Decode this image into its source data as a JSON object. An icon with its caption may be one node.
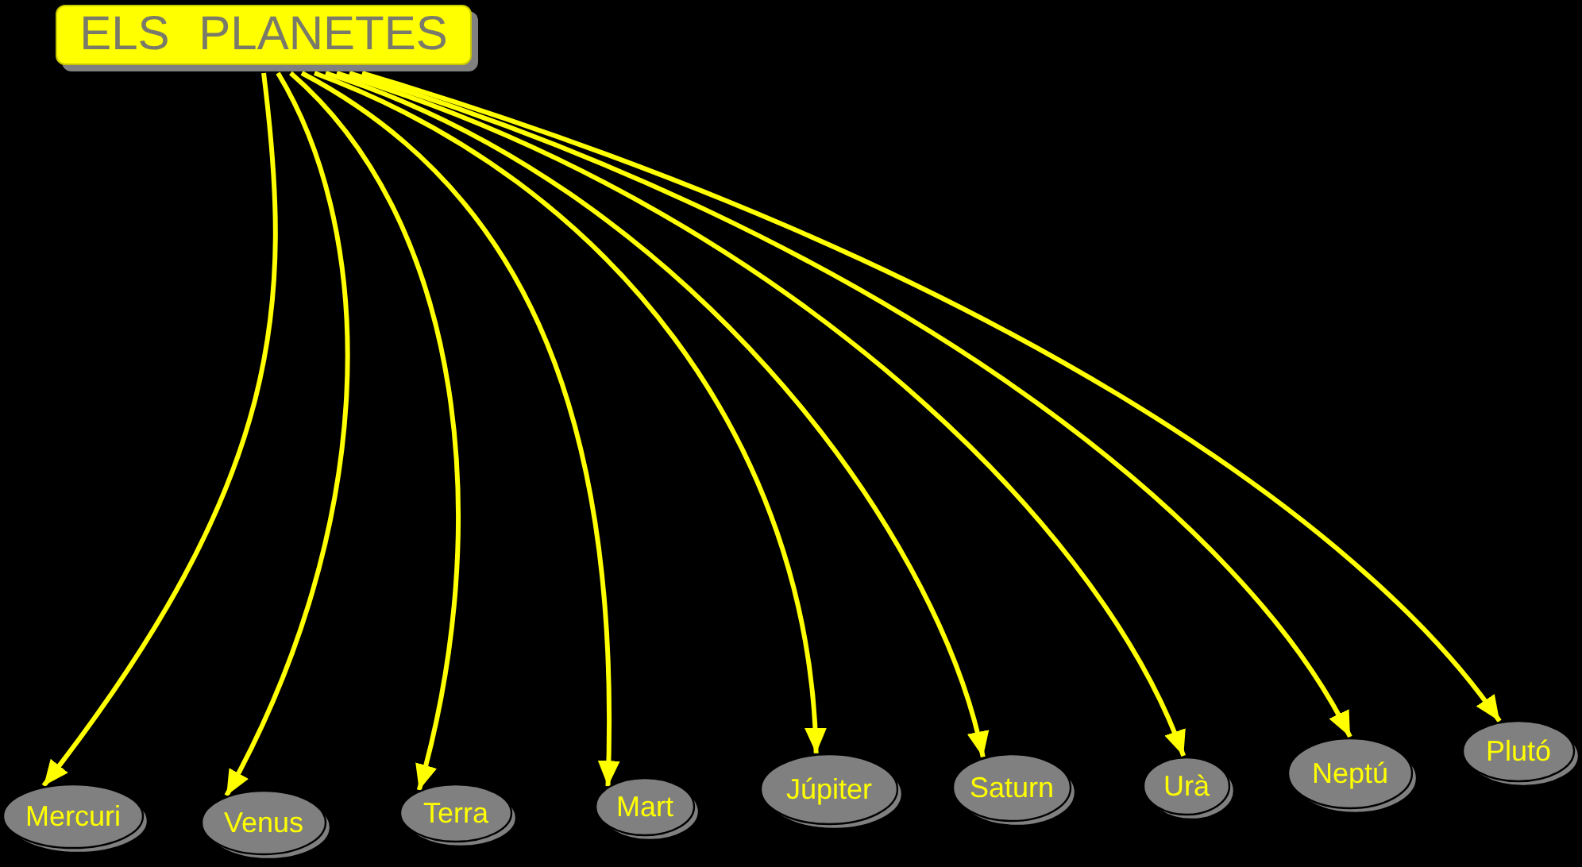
{
  "diagram": {
    "nodes": [
      {
        "text": [
          "ELS PLANETES"
        ]
      },
      {
        "text": [
          "Mercuri"
        ]
      },
      {
        "text": [
          "Venus"
        ]
      },
      {
        "text": [
          "Terra"
        ]
      },
      {
        "text": [
          "Mart"
        ]
      },
      {
        "text": [
          "Júpiter"
        ]
      },
      {
        "text": [
          "Saturn"
        ]
      },
      {
        "text": [
          "Urà"
        ]
      },
      {
        "text": [
          "Neptú"
        ]
      },
      {
        "text": [
          "Plutó"
        ]
      }
    ],
    "edges": [
      {
        "from": 0,
        "to": 1,
        "arrow": "to"
      },
      {
        "from": 0,
        "to": 2,
        "arrow": "to"
      },
      {
        "from": 0,
        "to": 3,
        "arrow": "to"
      },
      {
        "from": 0,
        "to": 4,
        "arrow": "to"
      },
      {
        "from": 0,
        "to": 5,
        "arrow": "to"
      },
      {
        "from": 0,
        "to": 6,
        "arrow": "to"
      },
      {
        "from": 0,
        "to": 7,
        "arrow": "to"
      },
      {
        "from": 0,
        "to": 8,
        "arrow": "to"
      },
      {
        "from": 0,
        "to": 9,
        "arrow": "to"
      }
    ]
  }
}
